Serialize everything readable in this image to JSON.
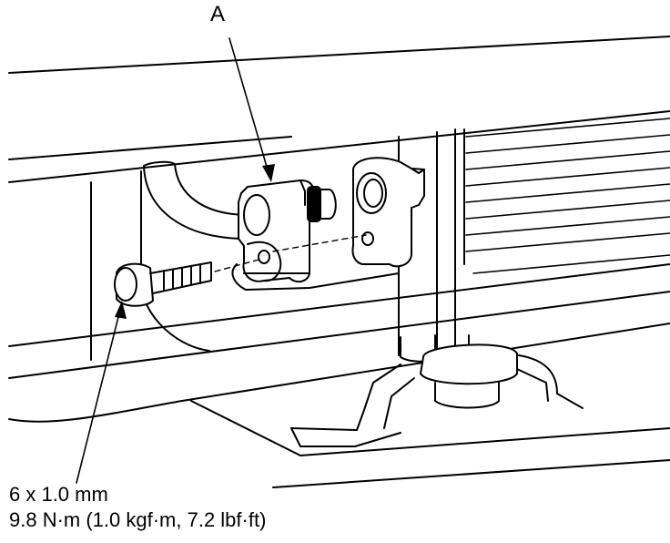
{
  "diagram": {
    "callout_a": "A",
    "bolt_size": "6 x 1.0 mm",
    "torque_spec": "9.8 N·m (1.0 kgf·m, 7.2 lbf·ft)"
  },
  "colors": {
    "line": "#000000",
    "background": "#ffffff"
  },
  "icons": [
    "bolt",
    "pipe-flange",
    "o-ring",
    "condenser-bracket"
  ]
}
